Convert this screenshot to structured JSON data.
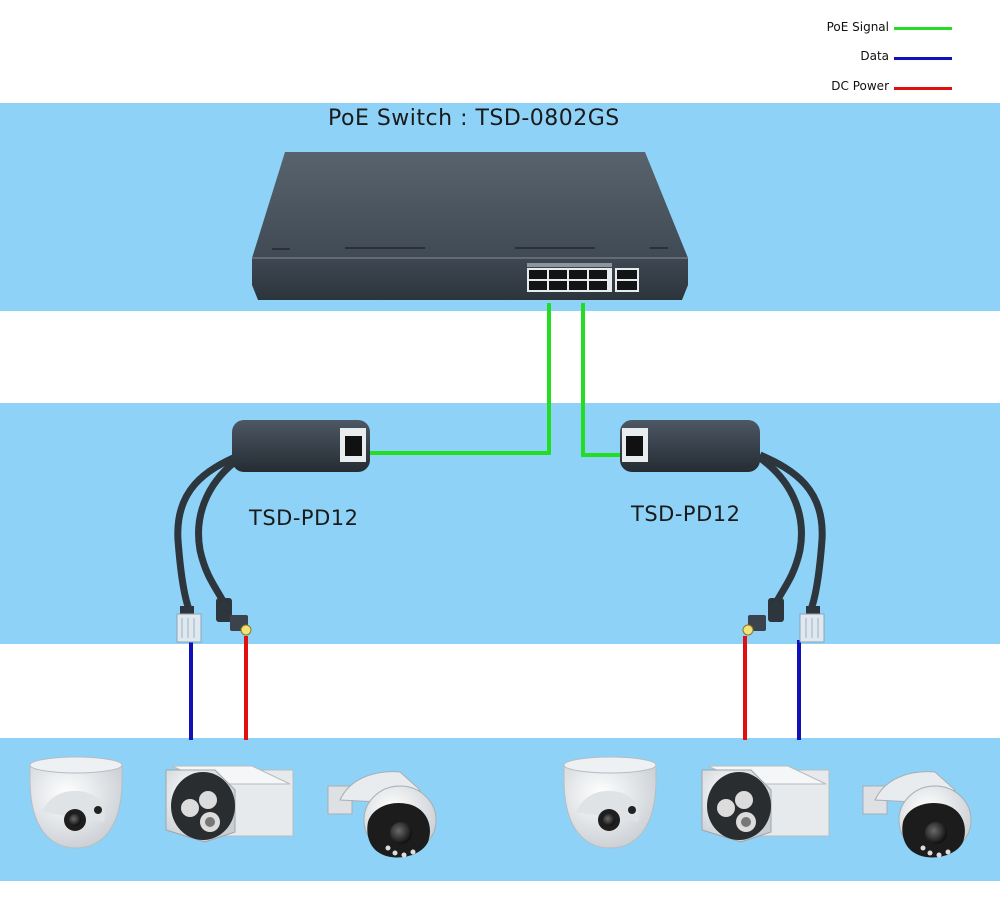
{
  "legend": {
    "items": [
      {
        "label": "PoE Signal",
        "color": "#22dd22"
      },
      {
        "label": "Data",
        "color": "#1111bb"
      },
      {
        "label": "DC Power",
        "color": "#e01010"
      }
    ]
  },
  "switch": {
    "title": "PoE Switch : TSD-0802GS"
  },
  "splitters": [
    {
      "label": "TSD-PD12"
    },
    {
      "label": "TSD-PD12"
    }
  ],
  "colors": {
    "band": "#8ed3f7",
    "poe_signal": "#22dd22",
    "data": "#1111bb",
    "dc_power": "#e01010",
    "device_body": "#3a4550"
  },
  "icons": [
    "network-switch-icon",
    "poe-splitter-icon",
    "rj45-plug-icon",
    "dc-plug-icon",
    "dome-camera-icon",
    "bullet-camera-icon",
    "ptz-camera-icon"
  ]
}
